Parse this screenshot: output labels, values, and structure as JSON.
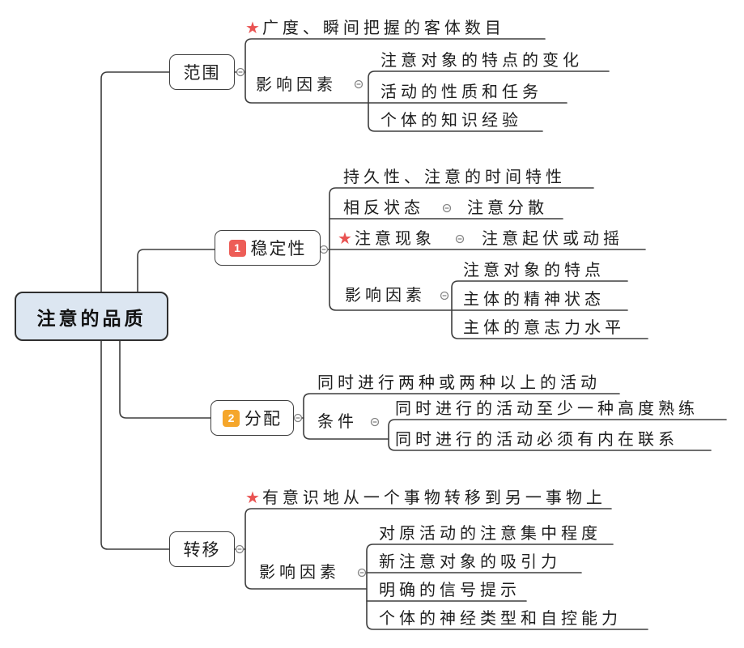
{
  "root": {
    "label": "注意的品质"
  },
  "icons": {
    "star": "★",
    "collapse_minus": "−"
  },
  "colors": {
    "star": "#e95352",
    "badge_1": "#ed5d57",
    "badge_2": "#f5a62b",
    "root_fill": "#dce6f1",
    "line": "#3e3e3e"
  },
  "scope": {
    "label": "范围",
    "definition": "广度、瞬间把握的客体数目",
    "factors_label": "影响因素",
    "factors": [
      "注意对象的特点的变化",
      "活动的性质和任务",
      "个体的知识经验"
    ]
  },
  "stability": {
    "badge": "1",
    "label": "稳定性",
    "definition": "持久性、注意的时间特性",
    "opposite_label": "相反状态",
    "opposite_value": "注意分散",
    "phenomenon_label": "注意现象",
    "phenomenon_value": "注意起伏或动摇",
    "factors_label": "影响因素",
    "factors": [
      "注意对象的特点",
      "主体的精神状态",
      "主体的意志力水平"
    ]
  },
  "distribution": {
    "badge": "2",
    "label": "分配",
    "definition": "同时进行两种或两种以上的活动",
    "conditions_label": "条件",
    "conditions": [
      "同时进行的活动至少一种高度熟练",
      "同时进行的活动必须有内在联系"
    ]
  },
  "shifting": {
    "label": "转移",
    "definition": "有意识地从一个事物转移到另一事物上",
    "factors_label": "影响因素",
    "factors": [
      "对原活动的注意集中程度",
      "新注意对象的吸引力",
      "明确的信号提示",
      "个体的神经类型和自控能力"
    ]
  }
}
